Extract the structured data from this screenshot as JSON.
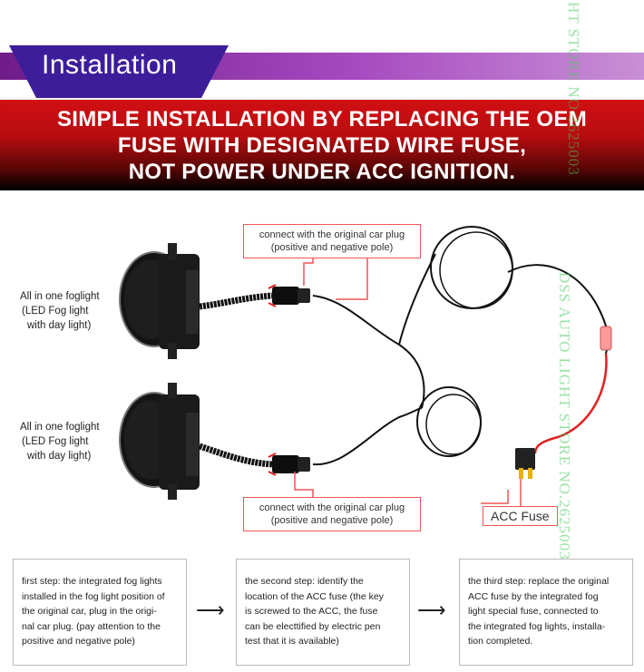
{
  "header": {
    "title": "Installation",
    "headline_lines": [
      "SIMPLE INSTALLATION BY REPLACING THE OEM",
      "FUSE WITH DESIGNATED WIRE FUSE,",
      "NOT POWER UNDER ACC IGNITION."
    ]
  },
  "diagram": {
    "light_top_label": [
      "All in one foglight",
      "(LED Fog light",
      "with day light)"
    ],
    "light_bottom_label": [
      "All in one foglight",
      "(LED Fog light",
      "with day light)"
    ],
    "callout_top": [
      "connect with the original car plug",
      "(positive and negative pole)"
    ],
    "callout_bottom": [
      "connect with the original car plug",
      "(positive and negative pole)"
    ],
    "fuse_label": "ACC Fuse"
  },
  "steps": [
    {
      "lines": [
        "first step: the integrated fog lights",
        "installed in the fog light position of",
        "the original car, plug in the origi-",
        "nal car plug. (pay attention to the",
        "positive and negative pole)"
      ]
    },
    {
      "lines": [
        "the second step: identify the",
        "location of the ACC fuse (the key",
        "is screwed to the ACC, the fuse",
        "can be electtified by electric pen",
        "test that it is available)"
      ]
    },
    {
      "lines": [
        "the third step: replace the original",
        "ACC fuse by the integrated fog",
        "light special fuse,  connected to",
        "the integrated fog lights,  installa-",
        "tion completed."
      ]
    }
  ],
  "watermarks": {
    "left": "HT STORE NO.2625003",
    "right": "DSS AUTO LIGHT STORE NO.2625003"
  },
  "colors": {
    "red_band": "#d10f13",
    "purple_band": "#8a2fa6",
    "title_tab": "#3d1d9a",
    "callout_border": "#e55555",
    "wire_red": "#e02020"
  }
}
